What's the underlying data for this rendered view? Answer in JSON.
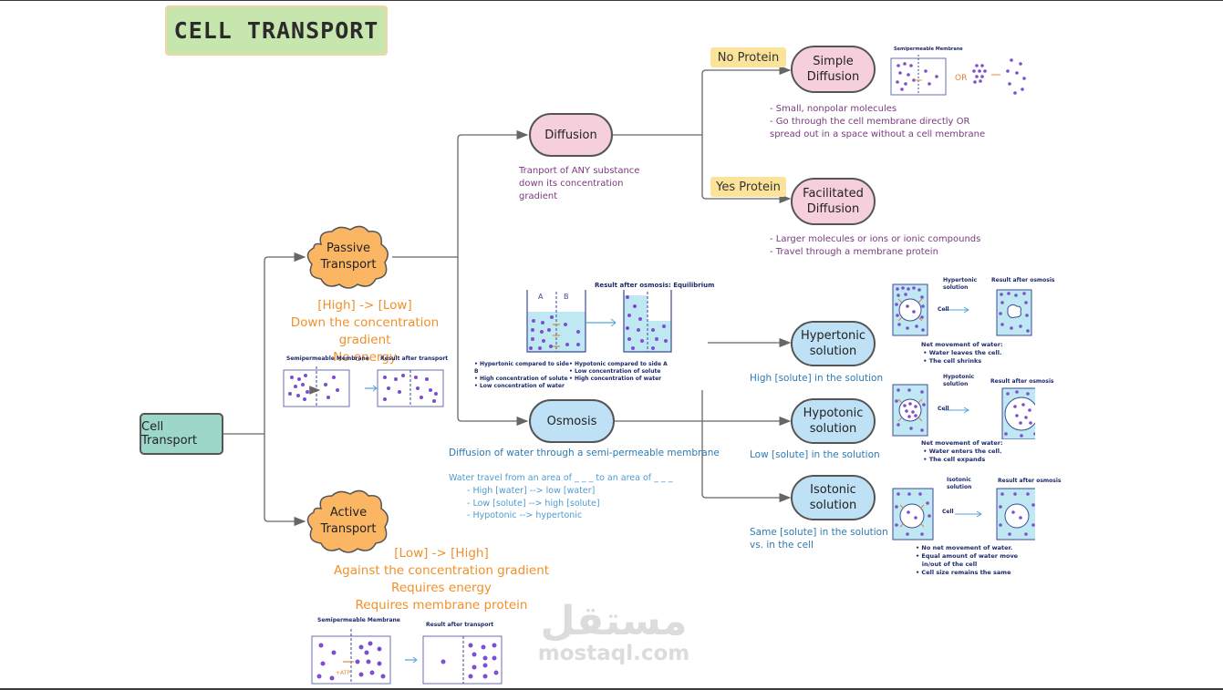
{
  "title": "CELL TRANSPORT",
  "root": {
    "label": "Cell Transport"
  },
  "passive": {
    "label_line1": "Passive",
    "label_line2": "Transport",
    "desc": [
      "[High] -> [Low]",
      "Down the concentration gradient",
      "No energy"
    ],
    "figure": {
      "caption_left": "Semipermeable Membrane",
      "caption_right": "Result after transport"
    }
  },
  "active": {
    "label_line1": "Active",
    "label_line2": "Transport",
    "desc": [
      "[Low] -> [High]",
      "Against the concentration gradient",
      "Requires energy",
      "Requires membrane protein"
    ],
    "figure": {
      "caption_left": "Semipermeable Membrane",
      "caption_right": "Result after transport",
      "atp_label": "+ATP"
    }
  },
  "diffusion": {
    "label": "Diffusion",
    "desc": [
      "Tranport of ANY substance",
      "down its concentration",
      "gradient"
    ]
  },
  "simple_diffusion": {
    "tag": "No Protein",
    "label_line1": "Simple",
    "label_line2": "Diffusion",
    "figure": {
      "caption": "Semipermeable Membrane",
      "or_label": "OR"
    },
    "desc": [
      "- Small, nonpolar molecules",
      "- Go through the cell membrane directly OR",
      "spread out in a space without a cell membrane"
    ]
  },
  "facilitated_diffusion": {
    "tag": "Yes Protein",
    "label_line1": "Facilitated",
    "label_line2": "Diffusion",
    "desc": [
      "- Larger molecules or ions or ionic compounds",
      "- Travel through a membrane protein"
    ]
  },
  "osmosis": {
    "label": "Osmosis",
    "definition": "Diffusion of water through a semi-permeable membrane",
    "intro": "Water travel from an area of _ _ _ to an area of _ _ _",
    "points": [
      "- High [water] --> low [water]",
      "- Low [solute] --> high [solute]",
      "- Hypotonic --> hypertonic"
    ],
    "figure": {
      "result_caption": "Result after osmosis: Equilibrium",
      "side_a": "A",
      "side_b": "B",
      "notes_a": [
        "Hypertonic compared to side B",
        "High concentration of solute",
        "Low concentration of water"
      ],
      "notes_b": [
        "Hypotonic compared to side A",
        "Low concentration of solute",
        "High concentration of water"
      ]
    }
  },
  "solutions": [
    {
      "label_line1": "Hypertonic",
      "label_line2": "solution",
      "desc": [
        "High [solute] in the solution"
      ],
      "fig_solution_label": [
        "Hypertonic",
        "solution"
      ],
      "fig_cell_label": "Cell",
      "fig_result_label": "Result after osmosis",
      "fig_notes_title": "Net movement of water:",
      "fig_notes": [
        "Water leaves the cell.",
        "The cell shrinks"
      ]
    },
    {
      "label_line1": "Hypotonic",
      "label_line2": "solution",
      "desc": [
        "Low [solute] in the solution"
      ],
      "fig_solution_label": [
        "Hypotonic",
        "solution"
      ],
      "fig_cell_label": "Cell",
      "fig_result_label": "Result after osmosis",
      "fig_notes_title": "Net movement of water:",
      "fig_notes": [
        "Water enters the cell.",
        "The cell expands"
      ]
    },
    {
      "label_line1": "Isotonic",
      "label_line2": "solution",
      "desc": [
        "Same [solute] in the solution",
        "vs. in the cell"
      ],
      "fig_solution_label": [
        "Isotonic",
        "solution"
      ],
      "fig_cell_label": "Cell",
      "fig_result_label": "Result after osmosis",
      "fig_notes_title": "",
      "fig_notes": [
        "No net movement of water.",
        "Equal amount of water move",
        "in/out of the cell",
        "Cell size remains the same"
      ]
    }
  ],
  "watermark": {
    "arabic": "مستقل",
    "latin": "mostaql.com"
  },
  "colors": {
    "title_bg": "#c6e6ad",
    "root_bg": "#9dd7c9",
    "cloud_fill": "#fbb664",
    "pink_node": "#f6cfdc",
    "blue_node": "#bfe1f5",
    "tag_bg": "#fbe49a",
    "purple_text": "#7b3a80",
    "orange_text": "#f0902a",
    "blue_text": "#2d7ab4",
    "particle": "#7b4fd0"
  }
}
